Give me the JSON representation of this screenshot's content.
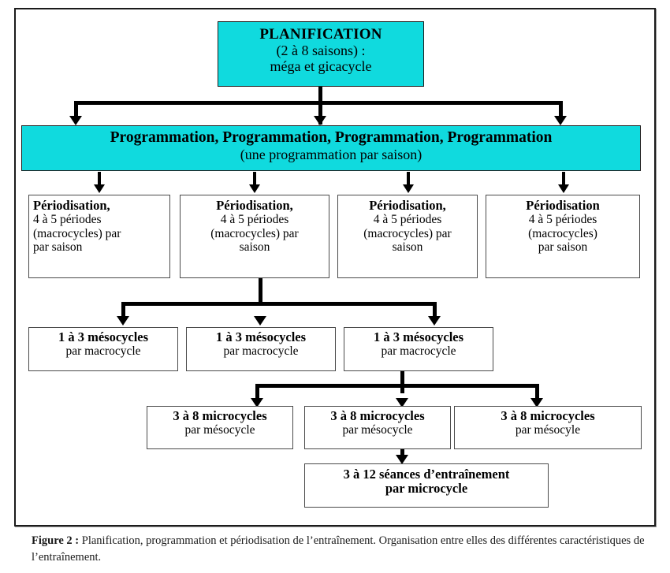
{
  "figure": {
    "caption_label": "Figure 2 :",
    "caption_text": " Planification, programmation et périodisation de l’entraînement. Organisation entre elles des différentes caractéristiques de l’entraînement."
  },
  "colors": {
    "highlight_cyan": "#10dade",
    "frame_border": "#1b1b1b",
    "box_border": "#4a4a4a",
    "connector": "#000000",
    "text": "#000000"
  },
  "diagram": {
    "type": "hierarchical-flowchart",
    "levels": [
      {
        "id": "planification",
        "label": "Planification",
        "highlight": true,
        "nodes": [
          {
            "id": "node-planification",
            "lines": [
              "PLANIFICATION",
              "(2 à 8 saisons) :",
              "méga et gicacycle"
            ],
            "bold_lines": [
              0
            ],
            "align": "center"
          }
        ]
      },
      {
        "id": "programmation",
        "label": "Programmation",
        "highlight": true,
        "nodes": [
          {
            "id": "node-programmation",
            "lines": [
              "Programmation, Programmation, Programmation, Programmation",
              "(une programmation par saison)"
            ],
            "bold_lines": [
              0
            ],
            "align": "center"
          }
        ]
      },
      {
        "id": "periodisation",
        "label": "Périodisation",
        "highlight": false,
        "nodes": [
          {
            "id": "node-per-1",
            "lines": [
              "Périodisation,",
              "4 à 5 périodes",
              "(macrocycles) par",
              "par saison"
            ],
            "bold_lines": [
              0
            ],
            "align": "left"
          },
          {
            "id": "node-per-2",
            "lines": [
              "Périodisation,",
              "4 à 5 périodes",
              "(macrocycles) par",
              "saison"
            ],
            "bold_lines": [
              0
            ],
            "align": "center"
          },
          {
            "id": "node-per-3",
            "lines": [
              "Périodisation,",
              "4 à 5 périodes",
              "(macrocycles) par",
              "saison"
            ],
            "bold_lines": [
              0
            ],
            "align": "center"
          },
          {
            "id": "node-per-4",
            "lines": [
              "Périodisation",
              "4 à 5 périodes",
              "(macrocycles)",
              "par saison"
            ],
            "bold_lines": [
              0
            ],
            "align": "center"
          }
        ]
      },
      {
        "id": "mesocycle",
        "label": "Mésocycles",
        "highlight": false,
        "nodes": [
          {
            "id": "node-meso-1",
            "lines": [
              "1 à 3 mésocycles",
              "par macrocycle"
            ],
            "bold_lines": [
              0
            ],
            "align": "center"
          },
          {
            "id": "node-meso-2",
            "lines": [
              "1 à 3 mésocycles",
              "par macrocycle"
            ],
            "bold_lines": [
              0
            ],
            "align": "center"
          },
          {
            "id": "node-meso-3",
            "lines": [
              "1 à 3 mésocycles",
              "par macrocycle"
            ],
            "bold_lines": [
              0
            ],
            "align": "center"
          }
        ]
      },
      {
        "id": "microcycle",
        "label": "Microcycles",
        "highlight": false,
        "nodes": [
          {
            "id": "node-micro-1",
            "lines": [
              "3 à 8 microcycles",
              "par mésocycle"
            ],
            "bold_lines": [
              0
            ],
            "align": "center"
          },
          {
            "id": "node-micro-2",
            "lines": [
              "3 à 8 microcycles",
              "par mésocycle"
            ],
            "bold_lines": [
              0
            ],
            "align": "center"
          },
          {
            "id": "node-micro-3",
            "lines": [
              "3 à 8 microcycles",
              "par mésocyle"
            ],
            "bold_lines": [
              0
            ],
            "align": "center"
          }
        ]
      },
      {
        "id": "seances",
        "label": "Séances d’entraînement",
        "highlight": false,
        "nodes": [
          {
            "id": "node-seances",
            "lines": [
              "3 à 12 séances d’entraînement",
              "par microcycle"
            ],
            "bold_lines": [
              0,
              1
            ],
            "align": "center"
          }
        ]
      }
    ]
  },
  "nodes": {
    "planification": {
      "line1": "PLANIFICATION",
      "line2": "(2 à 8 saisons) :",
      "line3": "méga et gicacycle"
    },
    "programmation": {
      "line1": "Programmation, Programmation, Programmation, Programmation",
      "line2": "(une programmation par saison)"
    },
    "per1": {
      "line1": "Périodisation,",
      "line2": "4 à 5 périodes",
      "line3": "(macrocycles) par",
      "line4": "par saison"
    },
    "per2": {
      "line1": "Périodisation,",
      "line2": "4 à 5 périodes",
      "line3": "(macrocycles) par",
      "line4": "saison"
    },
    "per3": {
      "line1": "Périodisation,",
      "line2": "4 à 5 périodes",
      "line3": "(macrocycles) par",
      "line4": "saison"
    },
    "per4": {
      "line1": "Périodisation",
      "line2": "4 à 5 périodes",
      "line3": "(macrocycles)",
      "line4": "par saison"
    },
    "meso1": {
      "line1": "1 à 3 mésocycles",
      "line2": "par macrocycle"
    },
    "meso2": {
      "line1": "1 à 3 mésocycles",
      "line2": "par macrocycle"
    },
    "meso3": {
      "line1": "1 à 3 mésocycles",
      "line2": "par macrocycle"
    },
    "micro1": {
      "line1": "3 à 8 microcycles",
      "line2": "par mésocycle"
    },
    "micro2": {
      "line1": "3 à 8 microcycles",
      "line2": "par mésocycle"
    },
    "micro3": {
      "line1": "3 à 8 microcycles",
      "line2": "par mésocyle"
    },
    "seances": {
      "line1": "3 à 12 séances d’entraînement",
      "line2": "par microcycle"
    }
  }
}
